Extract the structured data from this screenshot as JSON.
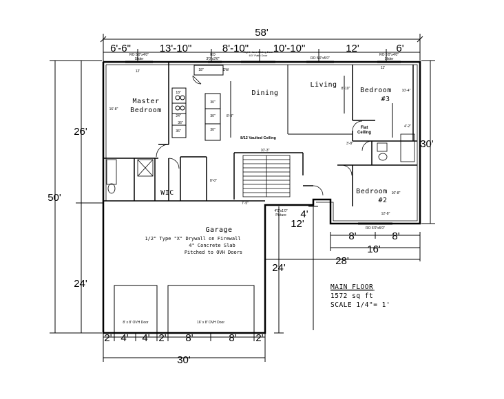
{
  "dimensions": {
    "top_total": "58'",
    "top_segments": [
      "6'-6\"",
      "13'-10\"",
      "8'-10\"",
      "10'-10\"",
      "12'",
      "6'"
    ],
    "left_total": "50'",
    "left_upper": "26'",
    "left_lower": "24'",
    "right_main": "30'",
    "right_four": "4'",
    "right_twelve": "12'",
    "right_twentyfour": "24'",
    "bottom_right_eight_a": "8'",
    "bottom_right_eight_b": "8'",
    "bottom_right_sixteen": "16'",
    "bottom_right_twentyeight": "28'",
    "bottom_segments": [
      "2'",
      "4'",
      "4'",
      "2'",
      "8'",
      "8'",
      "2'"
    ],
    "bottom_total": "30'"
  },
  "rooms": {
    "master": [
      "Master",
      "Bedroom"
    ],
    "dining": "Dining",
    "living": "Living",
    "bedroom3": [
      "Bedroom",
      "#3"
    ],
    "bedroom2": [
      "Bedroom",
      "#2"
    ],
    "wic": "WIC",
    "garage": "Garage"
  },
  "garage_notes": [
    "1/2\" Type \"X\" Drywall on Firewall",
    "4\" Concrete Slab",
    "Pitched to OVH Doors"
  ],
  "labels": {
    "vaulted": "8/12 Vaulted Ceiling",
    "flat_ceiling": [
      "Flat",
      "Ceiling"
    ],
    "ovh_door_small": "8' x 8' OVH Door",
    "ovh_door_large": "16' x 8' OVH Door",
    "picture": [
      "4'0\"x1'0\"",
      "Picture"
    ],
    "ro_master_slider": [
      "RO 5'0\"x4'0\"",
      "Slider"
    ],
    "ro_kitchen": [
      "RO",
      "3'0\"x3'6\""
    ],
    "sliding_door": [
      "Right Hand Sliding Door",
      "6'0\" Patio Door"
    ],
    "ro_living": "RO 5'0\"x5'0\"",
    "ro_bed3_slider": [
      "RO 5'0\"x4'0\"",
      "Slider"
    ],
    "ro_bed2": "RO 6'0\"x5'0\""
  },
  "interior": {
    "master_w": "12'",
    "master_h": "16'-8\"",
    "d18": "18\"",
    "dw": "DW",
    "k30a": "30\"",
    "k30b": "30\"",
    "k30c": "30\"",
    "k18": "18\"",
    "k24": "24\"",
    "k36a": "36\"",
    "k36b": "36\"",
    "dining_d": "8'-3\"",
    "stair_w": "10'-3\"",
    "living_d": "8'-10\"",
    "bed3_w": "11'",
    "bed3_d": "10'-4\"",
    "bed2_d": "10'-8\"",
    "bed2_w": "12'-8\"",
    "hall": "7'-5\"",
    "hall2": "8'-0\"",
    "bath_a": "3'-8\"",
    "bath_b": "4'-2\""
  },
  "summary": {
    "title": "MAIN FLOOR",
    "area": "1572 sq ft",
    "scale": "SCALE 1/4\"= 1'"
  },
  "colors": {
    "ink": "#000000",
    "paper": "#ffffff"
  }
}
